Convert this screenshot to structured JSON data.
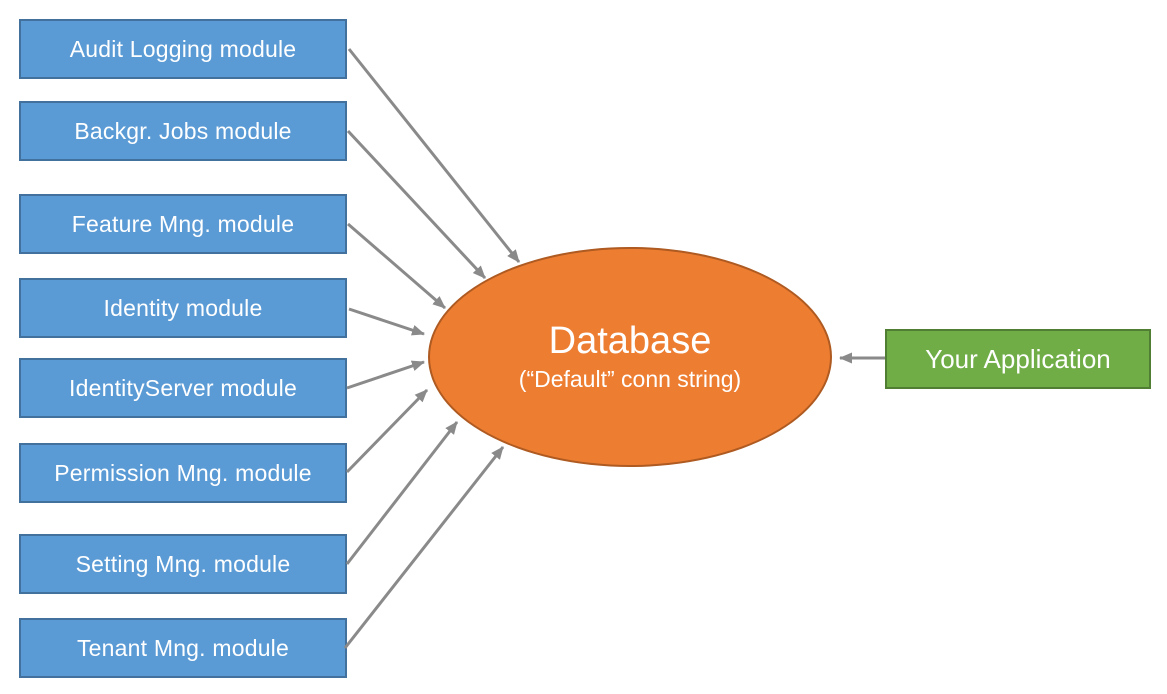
{
  "diagram": {
    "modules": [
      {
        "label": "Audit Logging module"
      },
      {
        "label": "Backgr. Jobs module"
      },
      {
        "label": "Feature Mng. module"
      },
      {
        "label": "Identity module"
      },
      {
        "label": "IdentityServer module"
      },
      {
        "label": "Permission Mng. module"
      },
      {
        "label": "Setting Mng. module"
      },
      {
        "label": "Tenant Mng. module"
      }
    ],
    "database": {
      "title": "Database",
      "subtitle": "(“Default” conn string)"
    },
    "application": {
      "label": "Your Application"
    },
    "colors": {
      "module_fill": "#5B9BD5",
      "module_border": "#41719C",
      "database_fill": "#ED7D31",
      "database_border": "#AE5A21",
      "application_fill": "#70AD47",
      "application_border": "#507E32",
      "arrow": "#8A8A8A",
      "text": "#FFFFFF"
    }
  }
}
